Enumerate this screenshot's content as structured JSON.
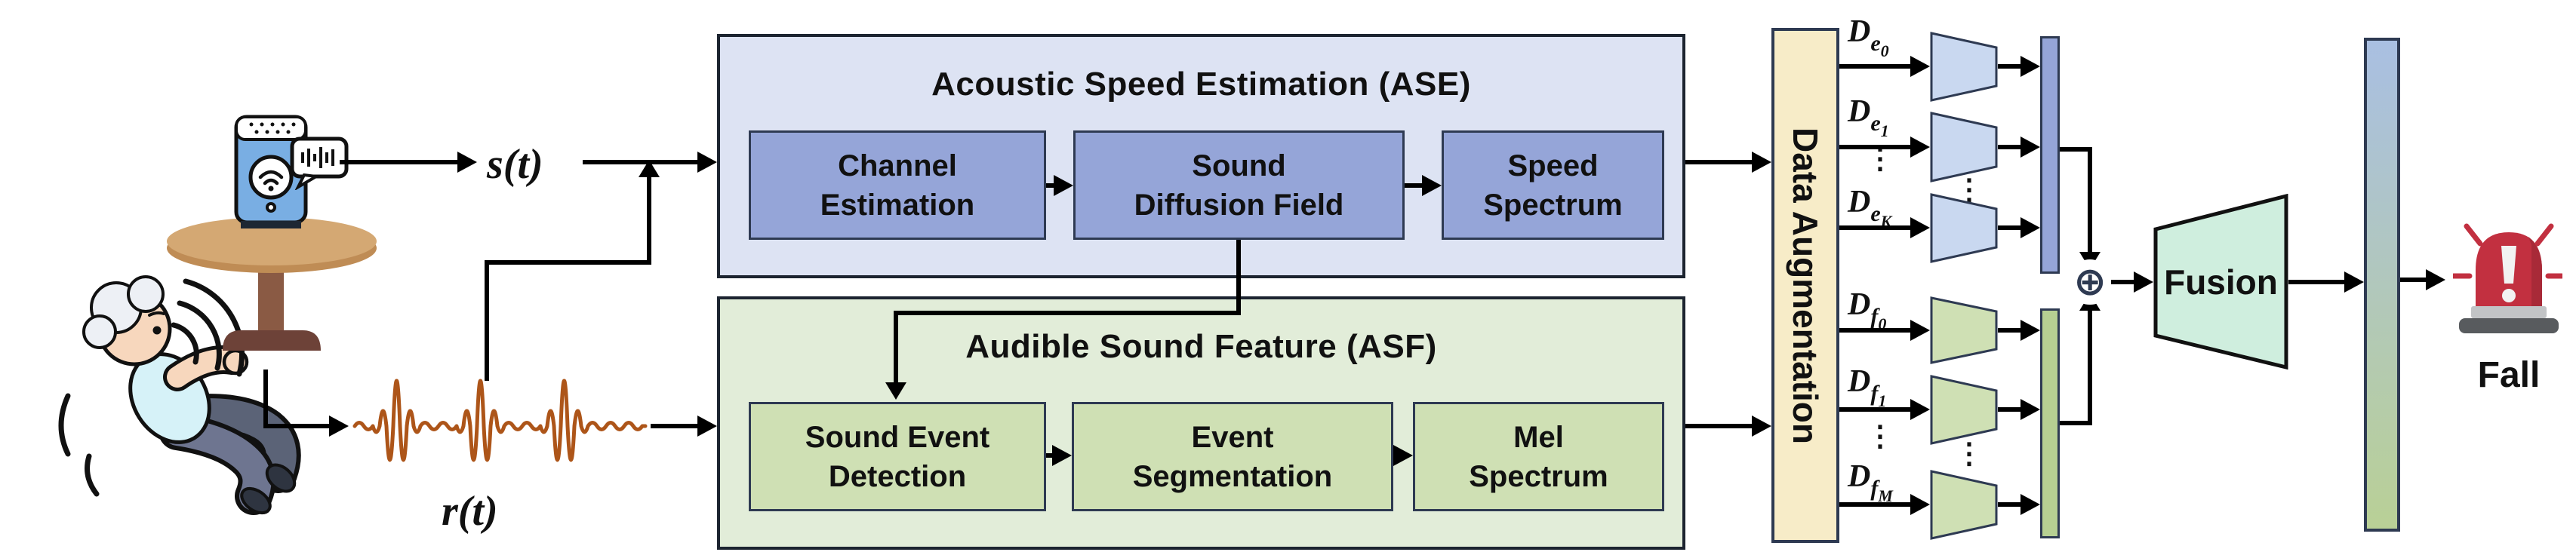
{
  "scene": {
    "source_signal_label": "s(t)",
    "received_signal_label": "r(t)",
    "icons": {
      "person": "falling-person-icon",
      "table": "table-icon",
      "speaker": "smart-speaker-icon",
      "speech_bubble": "chirp-bubble-icon",
      "sound_waves": "sound-waves-icon",
      "waveform": "received-waveform-icon"
    }
  },
  "ase": {
    "title": "Acoustic Speed Estimation (ASE)",
    "blocks": [
      {
        "line1": "Channel",
        "line2": "Estimation"
      },
      {
        "line1": "Sound",
        "line2": "Diffusion Field"
      },
      {
        "line1": "Speed",
        "line2": "Spectrum"
      }
    ]
  },
  "asf": {
    "title": "Audible Sound Feature (ASF)",
    "blocks": [
      {
        "line1": "Sound Event",
        "line2": "Detection"
      },
      {
        "line1": "Event",
        "line2": "Segmentation"
      },
      {
        "line1": "Mel",
        "line2": "Spectrum"
      }
    ]
  },
  "augmentation": {
    "label": "Data Augmentation"
  },
  "branches": {
    "speed": {
      "labels": [
        {
          "main": "D",
          "sub": "e",
          "index": "0"
        },
        {
          "main": "D",
          "sub": "e",
          "index": "1"
        },
        {
          "main": "D",
          "sub": "e",
          "index": "K"
        }
      ],
      "dots": "⋮"
    },
    "audio": {
      "labels": [
        {
          "main": "D",
          "sub": "f",
          "index": "0"
        },
        {
          "main": "D",
          "sub": "f",
          "index": "1"
        },
        {
          "main": "D",
          "sub": "f",
          "index": "M"
        }
      ],
      "dots": "⋮"
    }
  },
  "concat": {
    "symbol": "⊕"
  },
  "fusion": {
    "label": "Fusion"
  },
  "output": {
    "label": "Fall",
    "icon": "alarm-siren-icon"
  },
  "colors": {
    "arrow": "#000000",
    "outline": "#1c2430",
    "border_dark": "#2e3a52",
    "ase_fill": "#dde3f3",
    "ase_inner": "#95a5d8",
    "asf_fill": "#e2edd9",
    "asf_inner": "#cfe0b4",
    "aug_fill": "#f7ecc8",
    "enc_blue": "#c9d8f0",
    "enc_green": "#cfe0b4",
    "bar_blue": "#95a5d8",
    "bar_green": "#b6cf92",
    "bar_gradient_top": "#a9bfe2",
    "bar_gradient_bottom": "#b9d096",
    "fusion_fill": "#cfeede",
    "waveform": "#ad5519",
    "siren_red": "#c23040"
  }
}
